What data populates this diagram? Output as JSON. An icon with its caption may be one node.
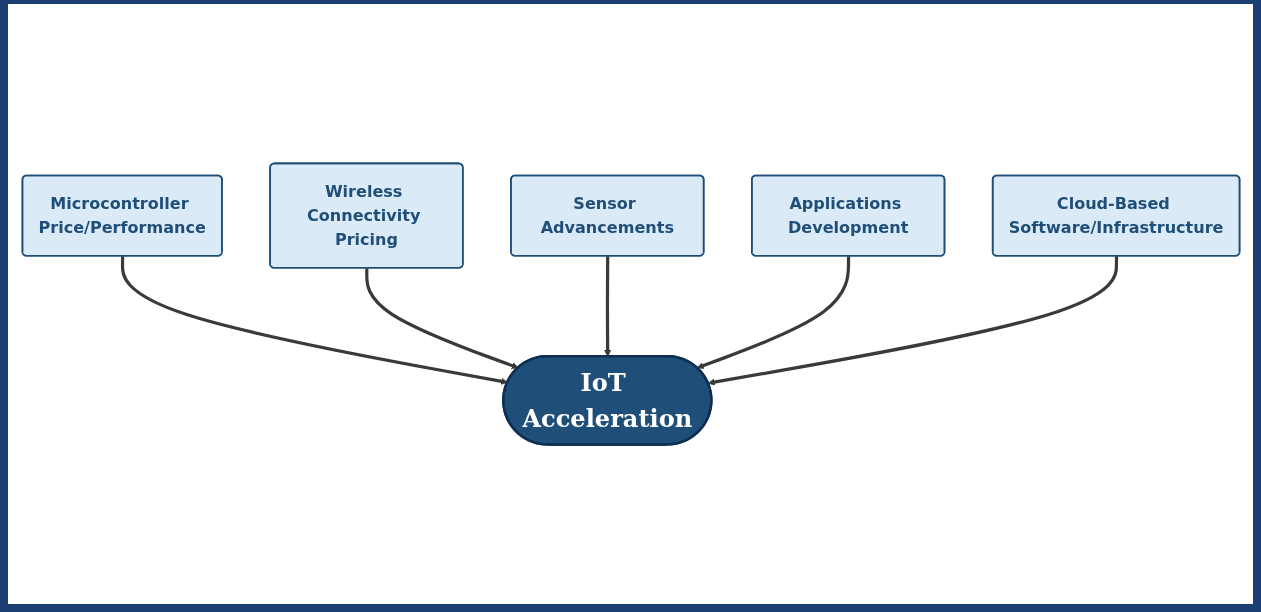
{
  "diagram": {
    "nodes": [
      {
        "text": [
          "Microcontroller Price/Performance"
        ]
      },
      {
        "text": [
          "Wireless Connectivity Pricing"
        ]
      },
      {
        "text": [
          "IoT Acceleration"
        ]
      },
      {
        "text": [
          "Sensor Advancements"
        ]
      },
      {
        "text": [
          "Applications Development"
        ]
      },
      {
        "text": [
          "Cloud-Based Software/Infrastructure"
        ]
      }
    ],
    "edges": [
      {
        "from": 0,
        "to": 2,
        "arrow": "to"
      },
      {
        "from": 1,
        "to": 2,
        "arrow": "to"
      },
      {
        "from": 3,
        "to": 2,
        "arrow": "to"
      },
      {
        "from": 4,
        "to": 2,
        "arrow": "to"
      },
      {
        "from": 5,
        "to": 2,
        "arrow": "to"
      }
    ]
  }
}
